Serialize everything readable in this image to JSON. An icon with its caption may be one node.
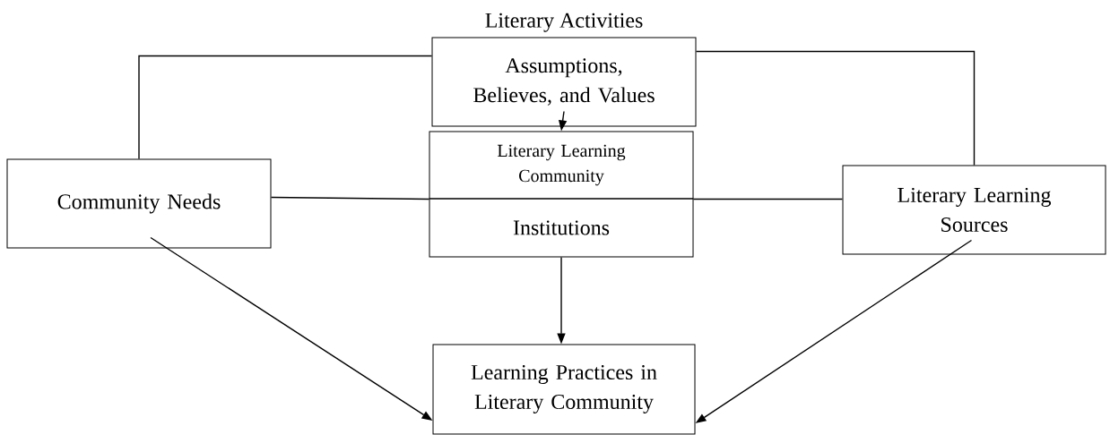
{
  "diagram": {
    "nodes": [
      {
        "text": [
          "Literary Activities",
          "Assumptions, Believes, and Values"
        ]
      },
      {
        "text": [
          "Literary Learning Community"
        ]
      },
      {
        "text": [
          "Institutions"
        ]
      },
      {
        "text": [
          "Community Needs"
        ]
      },
      {
        "text": [
          "Literary Learning Sources"
        ]
      },
      {
        "text": [
          "Learning Practices in Literary Community"
        ]
      }
    ],
    "edges": [
      {
        "from": 0,
        "to": 1,
        "arrow": "to"
      },
      {
        "from": 3,
        "to": 0,
        "arrow": "none"
      },
      {
        "from": 0,
        "to": 4,
        "arrow": "none"
      },
      {
        "from": 3,
        "to": 1,
        "arrow": "none"
      },
      {
        "from": 1,
        "to": 4,
        "arrow": "none"
      },
      {
        "from": 2,
        "to": 5,
        "arrow": "to"
      },
      {
        "from": 3,
        "to": 5,
        "arrow": "to"
      },
      {
        "from": 4,
        "to": 5,
        "arrow": "to"
      }
    ]
  }
}
